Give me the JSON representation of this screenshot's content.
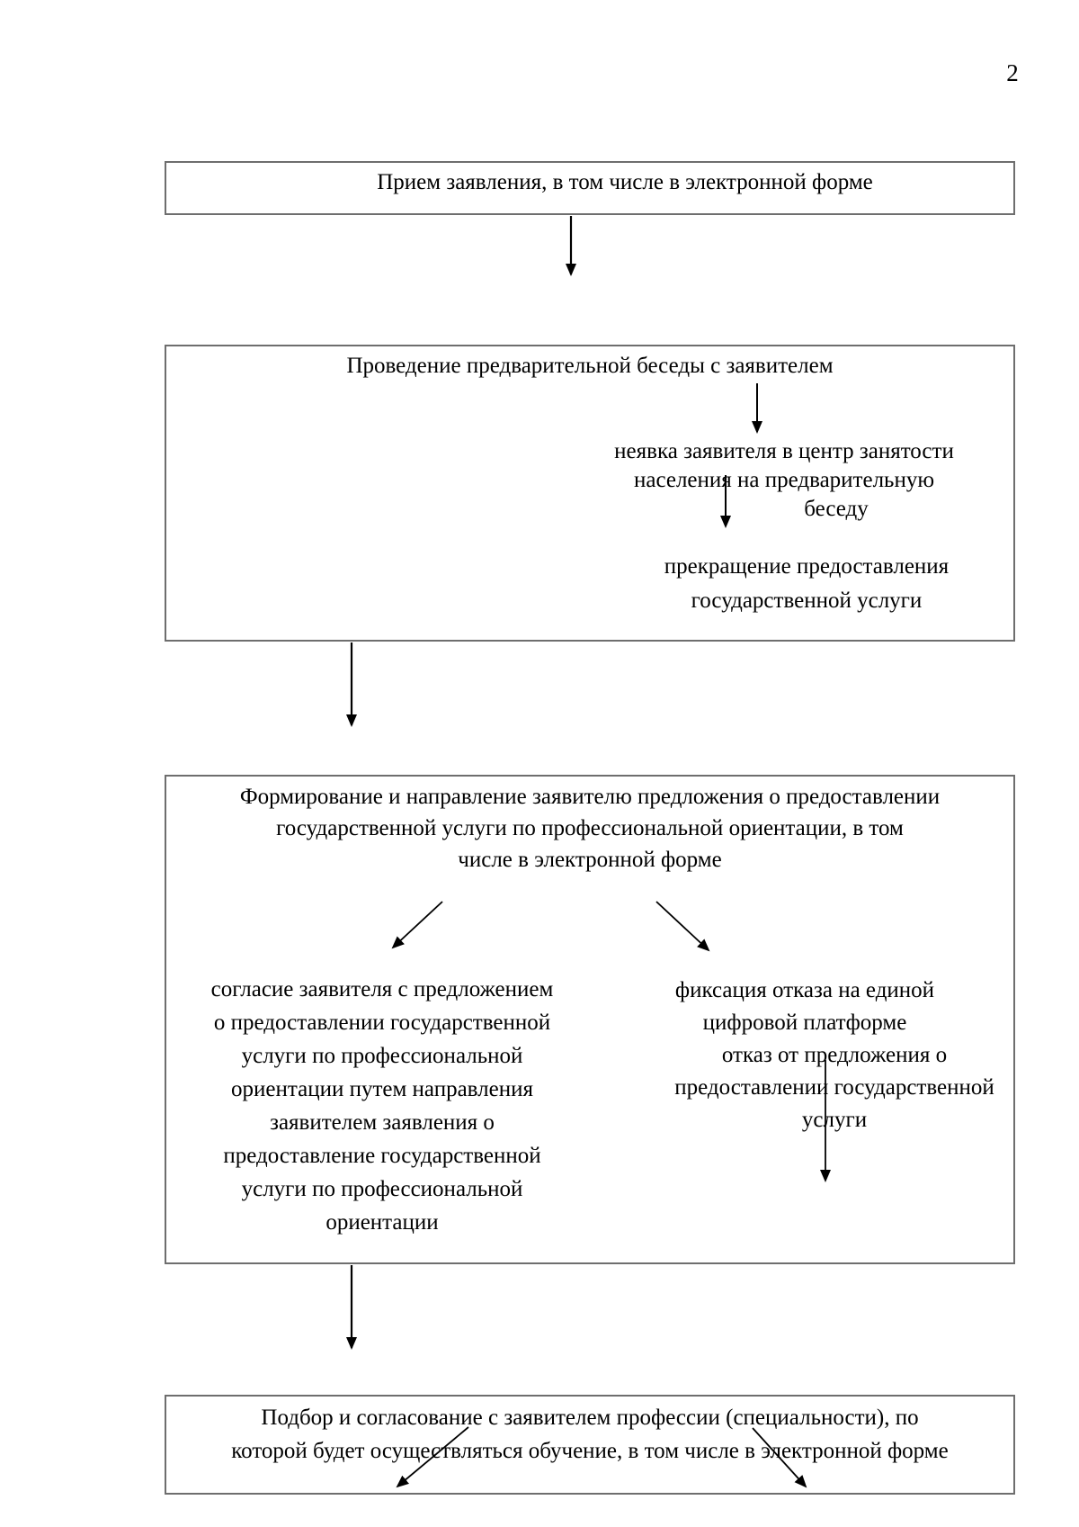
{
  "page": {
    "number": "2"
  },
  "colors": {
    "box_border": "#6e6e6e",
    "arrow": "#000000",
    "text": "#000000",
    "background": "#ffffff"
  },
  "flowchart": {
    "box1": {
      "text": "Прием заявления, в том числе в электронной форме"
    },
    "box2": {
      "title": "Проведение предварительной беседы с заявителем",
      "no_show_lines": [
        "неявка заявителя в центр занятости",
        "населения на предварительную",
        "беседу"
      ],
      "termination_lines": [
        "прекращение предоставления",
        "государственной услуги"
      ]
    },
    "box3": {
      "title_lines": [
        "Формирование и направление заявителю предложения о предоставлении",
        "государственной услуги по профессиональной ориентации, в том",
        "числе в электронной форме"
      ],
      "consent_lines": [
        "согласие заявителя с предложением",
        "о предоставлении государственной",
        "услуги по профессиональной",
        "ориентации путем направления",
        "заявителем заявления о",
        "предоставление государственной",
        "услуги по профессиональной",
        "ориентации"
      ],
      "refusal_platform_lines": [
        "фиксация отказа на единой",
        "цифровой платформе"
      ],
      "refusal_decline_lines": [
        "отказ от предложения о",
        "предоставлении государственной",
        "услуги"
      ]
    },
    "box4": {
      "lines": [
        "Подбор и согласование с заявителем профессии (специальности), по",
        "которой будет осуществляться обучение, в том числе в электронной форме"
      ]
    }
  }
}
